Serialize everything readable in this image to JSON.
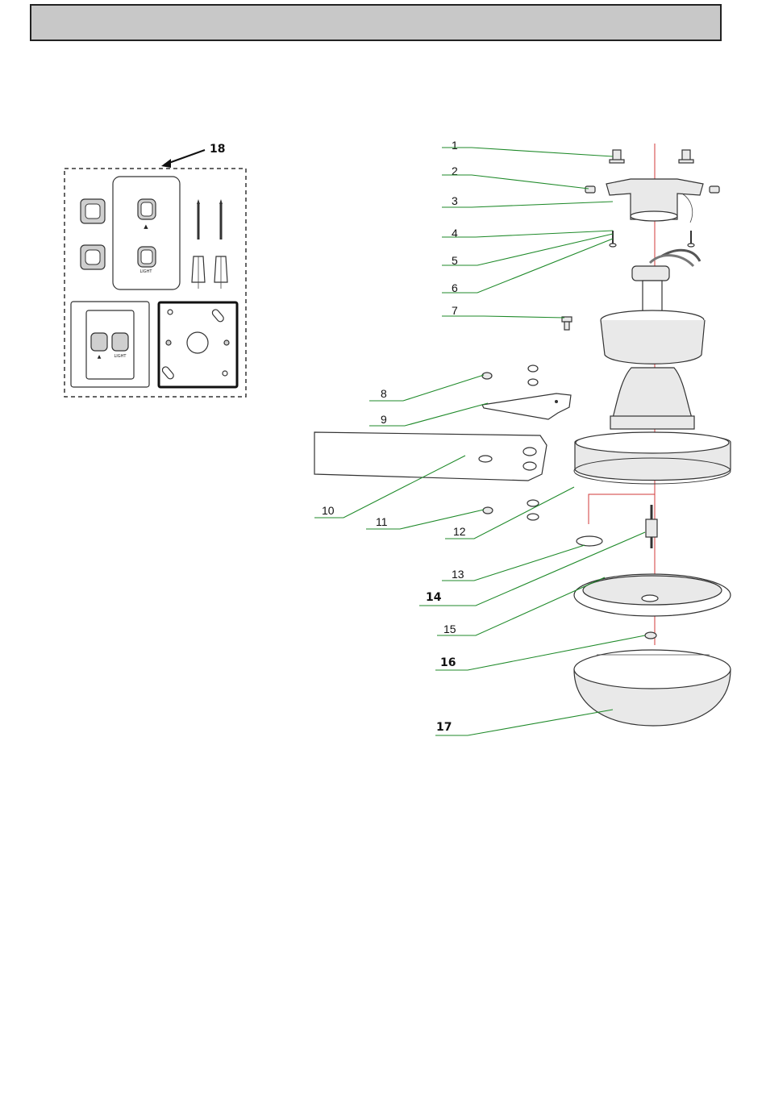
{
  "header": {
    "title": ""
  },
  "diagram": {
    "callouts": [
      "1",
      "2",
      "3",
      "4",
      "5",
      "6",
      "7",
      "8",
      "9",
      "10",
      "11",
      "12",
      "13",
      "14",
      "15",
      "16",
      "17"
    ],
    "kit_callout": "18",
    "switch_labels": {
      "fan_symbol": "▲",
      "light": "LIGHT"
    },
    "colors": {
      "leader": "#1f8a2a",
      "axis": "#d23a3a",
      "header": "#c8c8c8"
    }
  }
}
